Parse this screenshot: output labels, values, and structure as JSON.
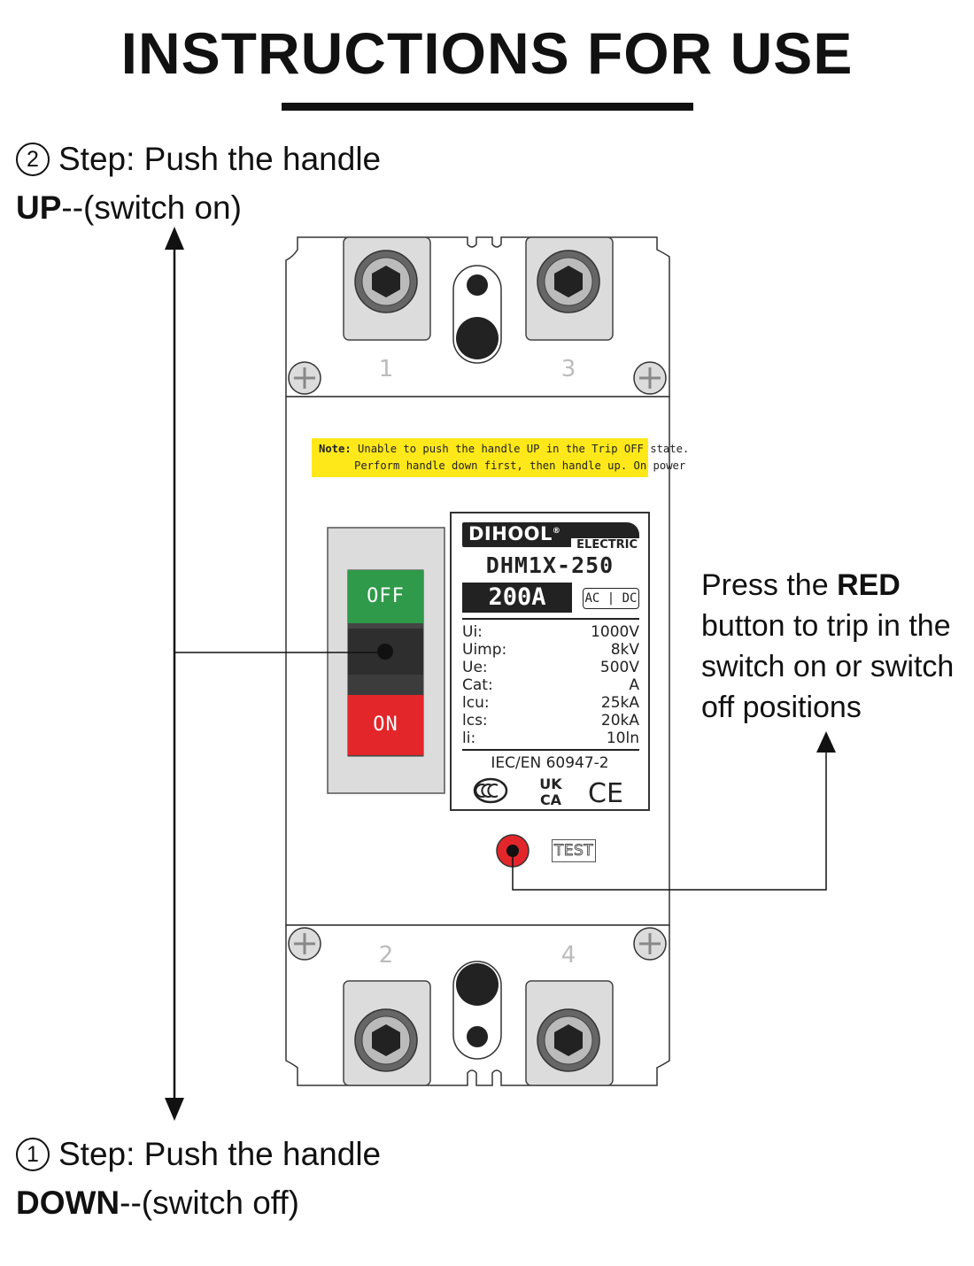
{
  "title": "INSTRUCTIONS FOR USE",
  "step2": {
    "num": "2",
    "prefix": "Step: Push the handle",
    "bold": "UP",
    "suffix": "--(switch on)"
  },
  "step1": {
    "num": "1",
    "prefix": "Step: Push the handle",
    "bold": "DOWN",
    "suffix": "--(switch off)"
  },
  "press": {
    "pre": "Press the ",
    "bold": "RED",
    "rest": "button to trip in the switch on or switch off positions"
  },
  "note": {
    "label": "Note:",
    "line1": "Unable to push the handle UP in the Trip OFF state.",
    "line2": "Perform handle down first, then handle up. On power"
  },
  "breaker": {
    "brand": "DIHOOL",
    "brand_reg": "®",
    "brand_sub": "ELECTRIC",
    "model": "DHM1X-250",
    "amps": "200A",
    "acdc": "AC | DC",
    "specs": [
      {
        "k": "Ui:",
        "v": "1000V"
      },
      {
        "k": "Uimp:",
        "v": "8kV"
      },
      {
        "k": "Ue:",
        "v": "500V"
      },
      {
        "k": "Cat:",
        "v": "A"
      },
      {
        "k": "lcu:",
        "v": "25kA"
      },
      {
        "k": "lcs:",
        "v": "20kA"
      },
      {
        "k": "li:",
        "v": "10ln"
      }
    ],
    "standard": "IEC/EN 60947-2",
    "marks": {
      "ukca_top": "UK",
      "ukca_bottom": "CA",
      "ce": "CE"
    },
    "handle_off": "OFF",
    "handle_on": "ON",
    "test": "TEST",
    "terminals": [
      "1",
      "3",
      "2",
      "4"
    ]
  },
  "colors": {
    "off_green": "#2e9a4a",
    "on_red": "#e3262a",
    "note_yellow": "#ffe81a",
    "body_grey": "#dcdcdc"
  }
}
